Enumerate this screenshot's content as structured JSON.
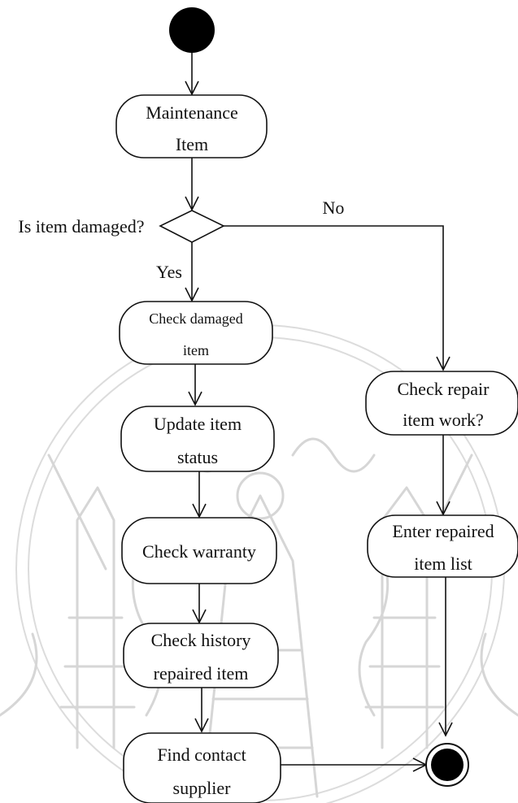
{
  "colors": {
    "ink": "#111111",
    "watermark": "#d6d6d6",
    "background": "#ffffff"
  },
  "watermark": {
    "type": "university seal (faded)"
  },
  "nodes": {
    "maintenance": {
      "line1": "Maintenance",
      "line2": "Item"
    },
    "decision": {
      "question": "Is item damaged?",
      "yes": "Yes",
      "no": "No"
    },
    "check_damaged": {
      "line1": "Check damaged",
      "line2": "item"
    },
    "update_status": {
      "line1": "Update item",
      "line2": "status"
    },
    "check_warranty": {
      "line1": "Check warranty"
    },
    "check_history": {
      "line1": "Check history",
      "line2": "repaired item"
    },
    "find_supplier": {
      "line1": "Find contact",
      "line2": "supplier"
    },
    "check_repair": {
      "line1": "Check repair",
      "line2": "item work?"
    },
    "enter_repaired": {
      "line1": "Enter repaired",
      "line2": "item list"
    }
  }
}
